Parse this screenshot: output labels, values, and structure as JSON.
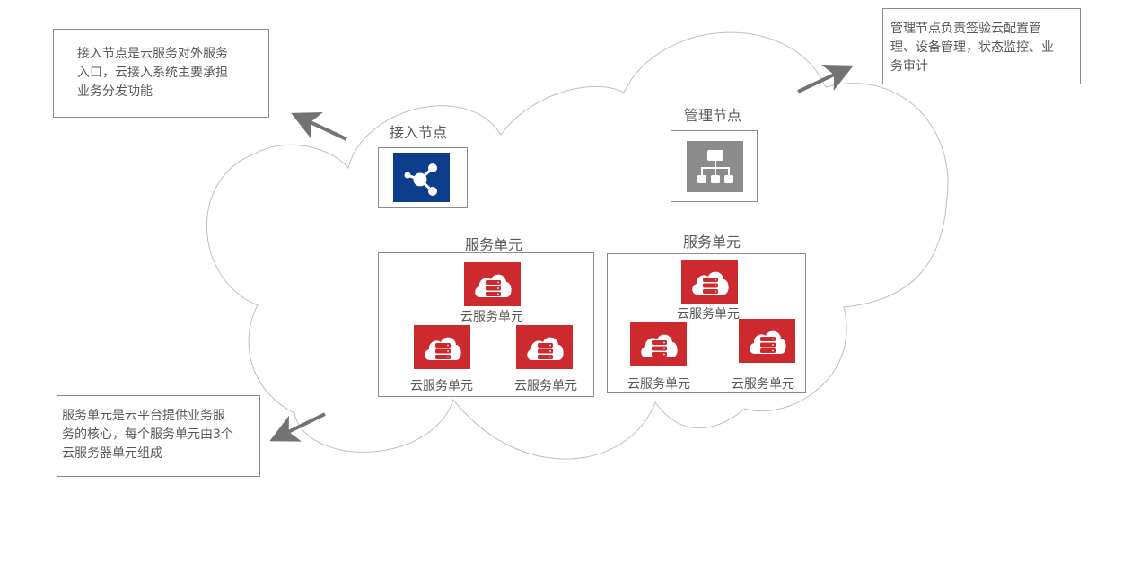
{
  "colors": {
    "access_tile": "#0c3e8c",
    "mgmt_tile": "#8c8c8c",
    "server_tile": "#cc2a2e",
    "text": "#595959",
    "border": "#8c8c8c",
    "cloud_outline": "#bfbfbf",
    "arrow": "#737373"
  },
  "notes": {
    "access": {
      "lines": [
        "接入节点是云服务对外服务",
        "入口，云接入系统主要承担",
        "业务分发功能"
      ]
    },
    "management": {
      "lines": [
        "管理节点负责签验云配置管",
        "理、设备管理，状态监控、业",
        "务审计"
      ]
    },
    "service_unit": {
      "lines": [
        "服务单元是云平台提供业务服",
        "务的核心，每个服务单元由3个",
        "云服务器单元组成"
      ]
    }
  },
  "nodes": {
    "access": {
      "label": "接入节点",
      "icon": "share-network-icon"
    },
    "management": {
      "label": "管理节点",
      "icon": "hierarchy-icon"
    }
  },
  "service_units": [
    {
      "label": "服务单元",
      "servers": [
        {
          "label": "云服务单元",
          "icon": "cloud-server-icon"
        },
        {
          "label": "云服务单元",
          "icon": "cloud-server-icon"
        },
        {
          "label": "云服务单元",
          "icon": "cloud-server-icon"
        }
      ]
    },
    {
      "label": "服务单元",
      "servers": [
        {
          "label": "云服务单元",
          "icon": "cloud-server-icon"
        },
        {
          "label": "云服务单元",
          "icon": "cloud-server-icon"
        },
        {
          "label": "云服务单元",
          "icon": "cloud-server-icon"
        }
      ]
    }
  ]
}
